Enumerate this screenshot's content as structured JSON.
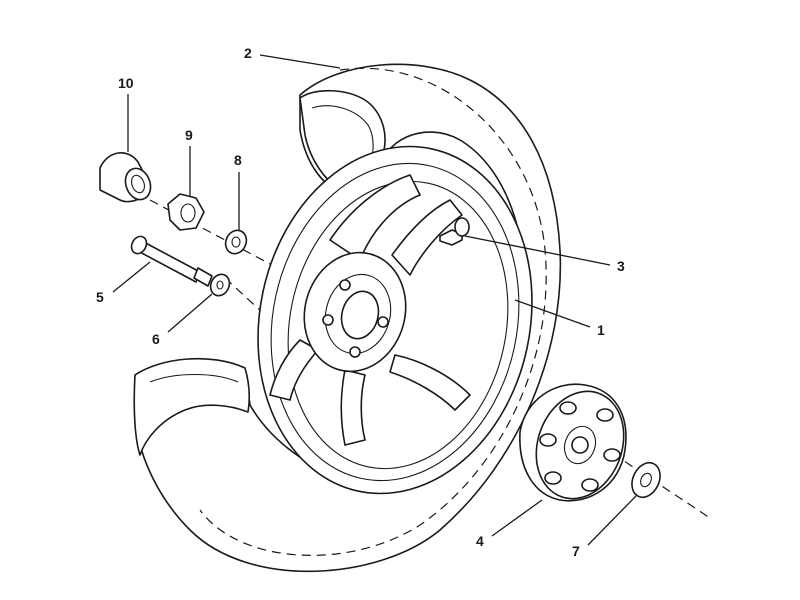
{
  "diagram": {
    "colors": {
      "line": "#1a1a1a",
      "background": "#ffffff"
    },
    "callouts": [
      {
        "id": "1",
        "label": "1"
      },
      {
        "id": "2",
        "label": "2"
      },
      {
        "id": "3",
        "label": "3"
      },
      {
        "id": "4",
        "label": "4"
      },
      {
        "id": "5",
        "label": "5"
      },
      {
        "id": "6",
        "label": "6"
      },
      {
        "id": "7",
        "label": "7"
      },
      {
        "id": "8",
        "label": "8"
      },
      {
        "id": "9",
        "label": "9"
      },
      {
        "id": "10",
        "label": "10"
      }
    ]
  }
}
